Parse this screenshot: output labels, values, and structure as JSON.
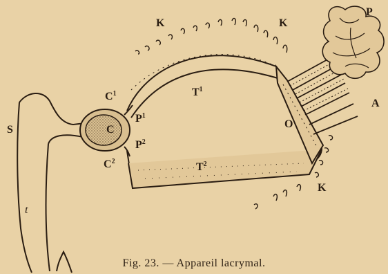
{
  "labels": {
    "K_left": "K",
    "K_right": "K",
    "K_bottom": "K",
    "P": "P",
    "A": "A",
    "O": "O",
    "S": "S",
    "C": "C",
    "C1_base": "C",
    "C1_sup": "1",
    "C2_base": "C",
    "C2_sup": "2",
    "P1_base": "P",
    "P1_sup": "1",
    "P2_base": "P",
    "P2_sup": "2",
    "T1_base": "T",
    "T1_sup": "1",
    "T2_base": "T",
    "T2_sup": "2",
    "t": "t"
  },
  "caption": "Fig. 23. — Appareil lacrymal.",
  "colors": {
    "paper": "#e9d2a6",
    "ink": "#2a1d12",
    "sac_fill": "#d9bf90"
  }
}
